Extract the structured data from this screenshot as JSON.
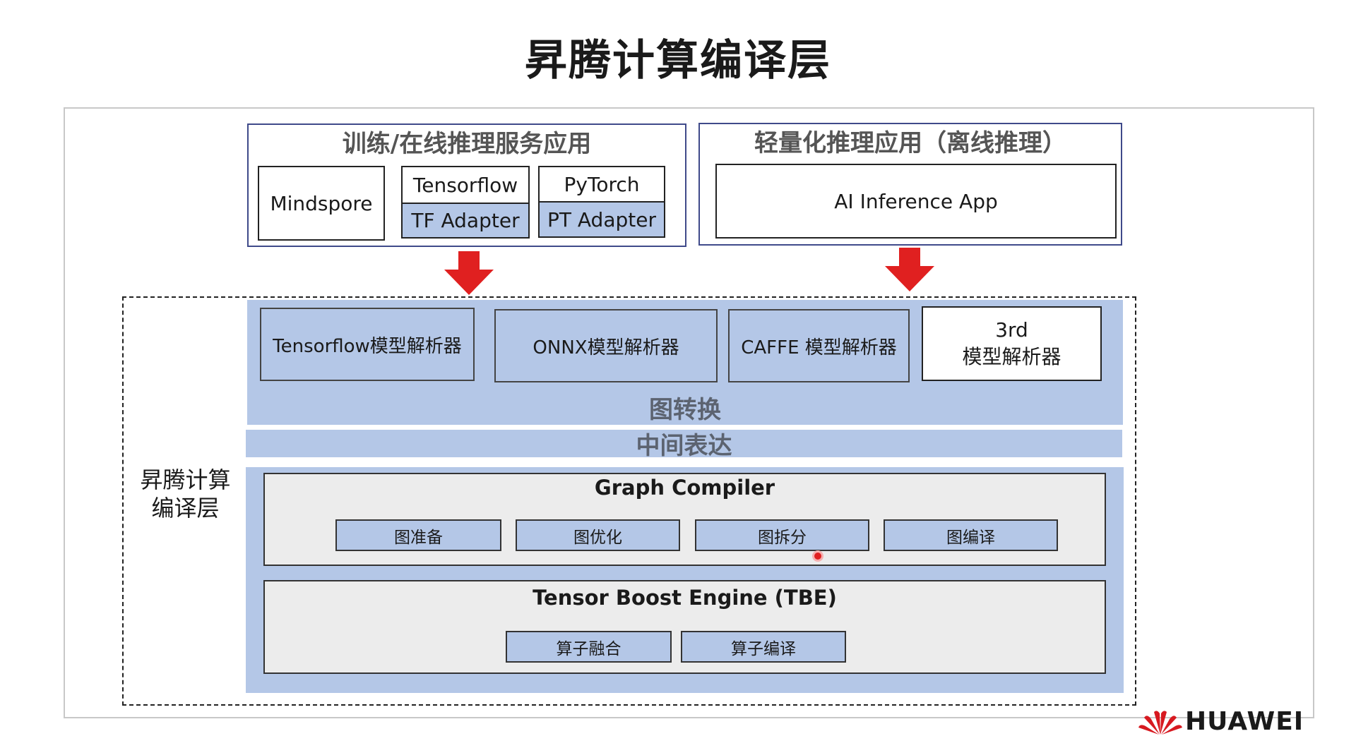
{
  "title": "昇腾计算编译层",
  "apps": {
    "left": {
      "title": "训练/在线推理服务应用",
      "mindspore": "Mindspore",
      "tensorflow": "Tensorflow",
      "tf_adapter": "TF Adapter",
      "pytorch": "PyTorch",
      "pt_adapter": "PT Adapter"
    },
    "right": {
      "title": "轻量化推理应用（离线推理）",
      "app": "AI Inference App"
    }
  },
  "compile_layer": {
    "side_label_line1": "昇腾计算",
    "side_label_line2": "编译层",
    "parsers": [
      "Tensorflow模型解析器",
      "ONNX模型解析器",
      "CAFFE 模型解析器"
    ],
    "parser_3rd_line1": "3rd",
    "parser_3rd_line2": "模型解析器",
    "graph_conversion": "图转换",
    "ir": "中间表达",
    "graph_compiler": {
      "title": "Graph Compiler",
      "items": [
        "图准备",
        "图优化",
        "图拆分",
        "图编译"
      ]
    },
    "tbe": {
      "title": "Tensor Boost Engine (TBE)",
      "items": [
        "算子融合",
        "算子编译"
      ]
    }
  },
  "brand": "HUAWEI",
  "colors": {
    "accent_blue": "#b4c7e7",
    "arrow_red": "#e02020",
    "panel_grey": "#ececec"
  }
}
